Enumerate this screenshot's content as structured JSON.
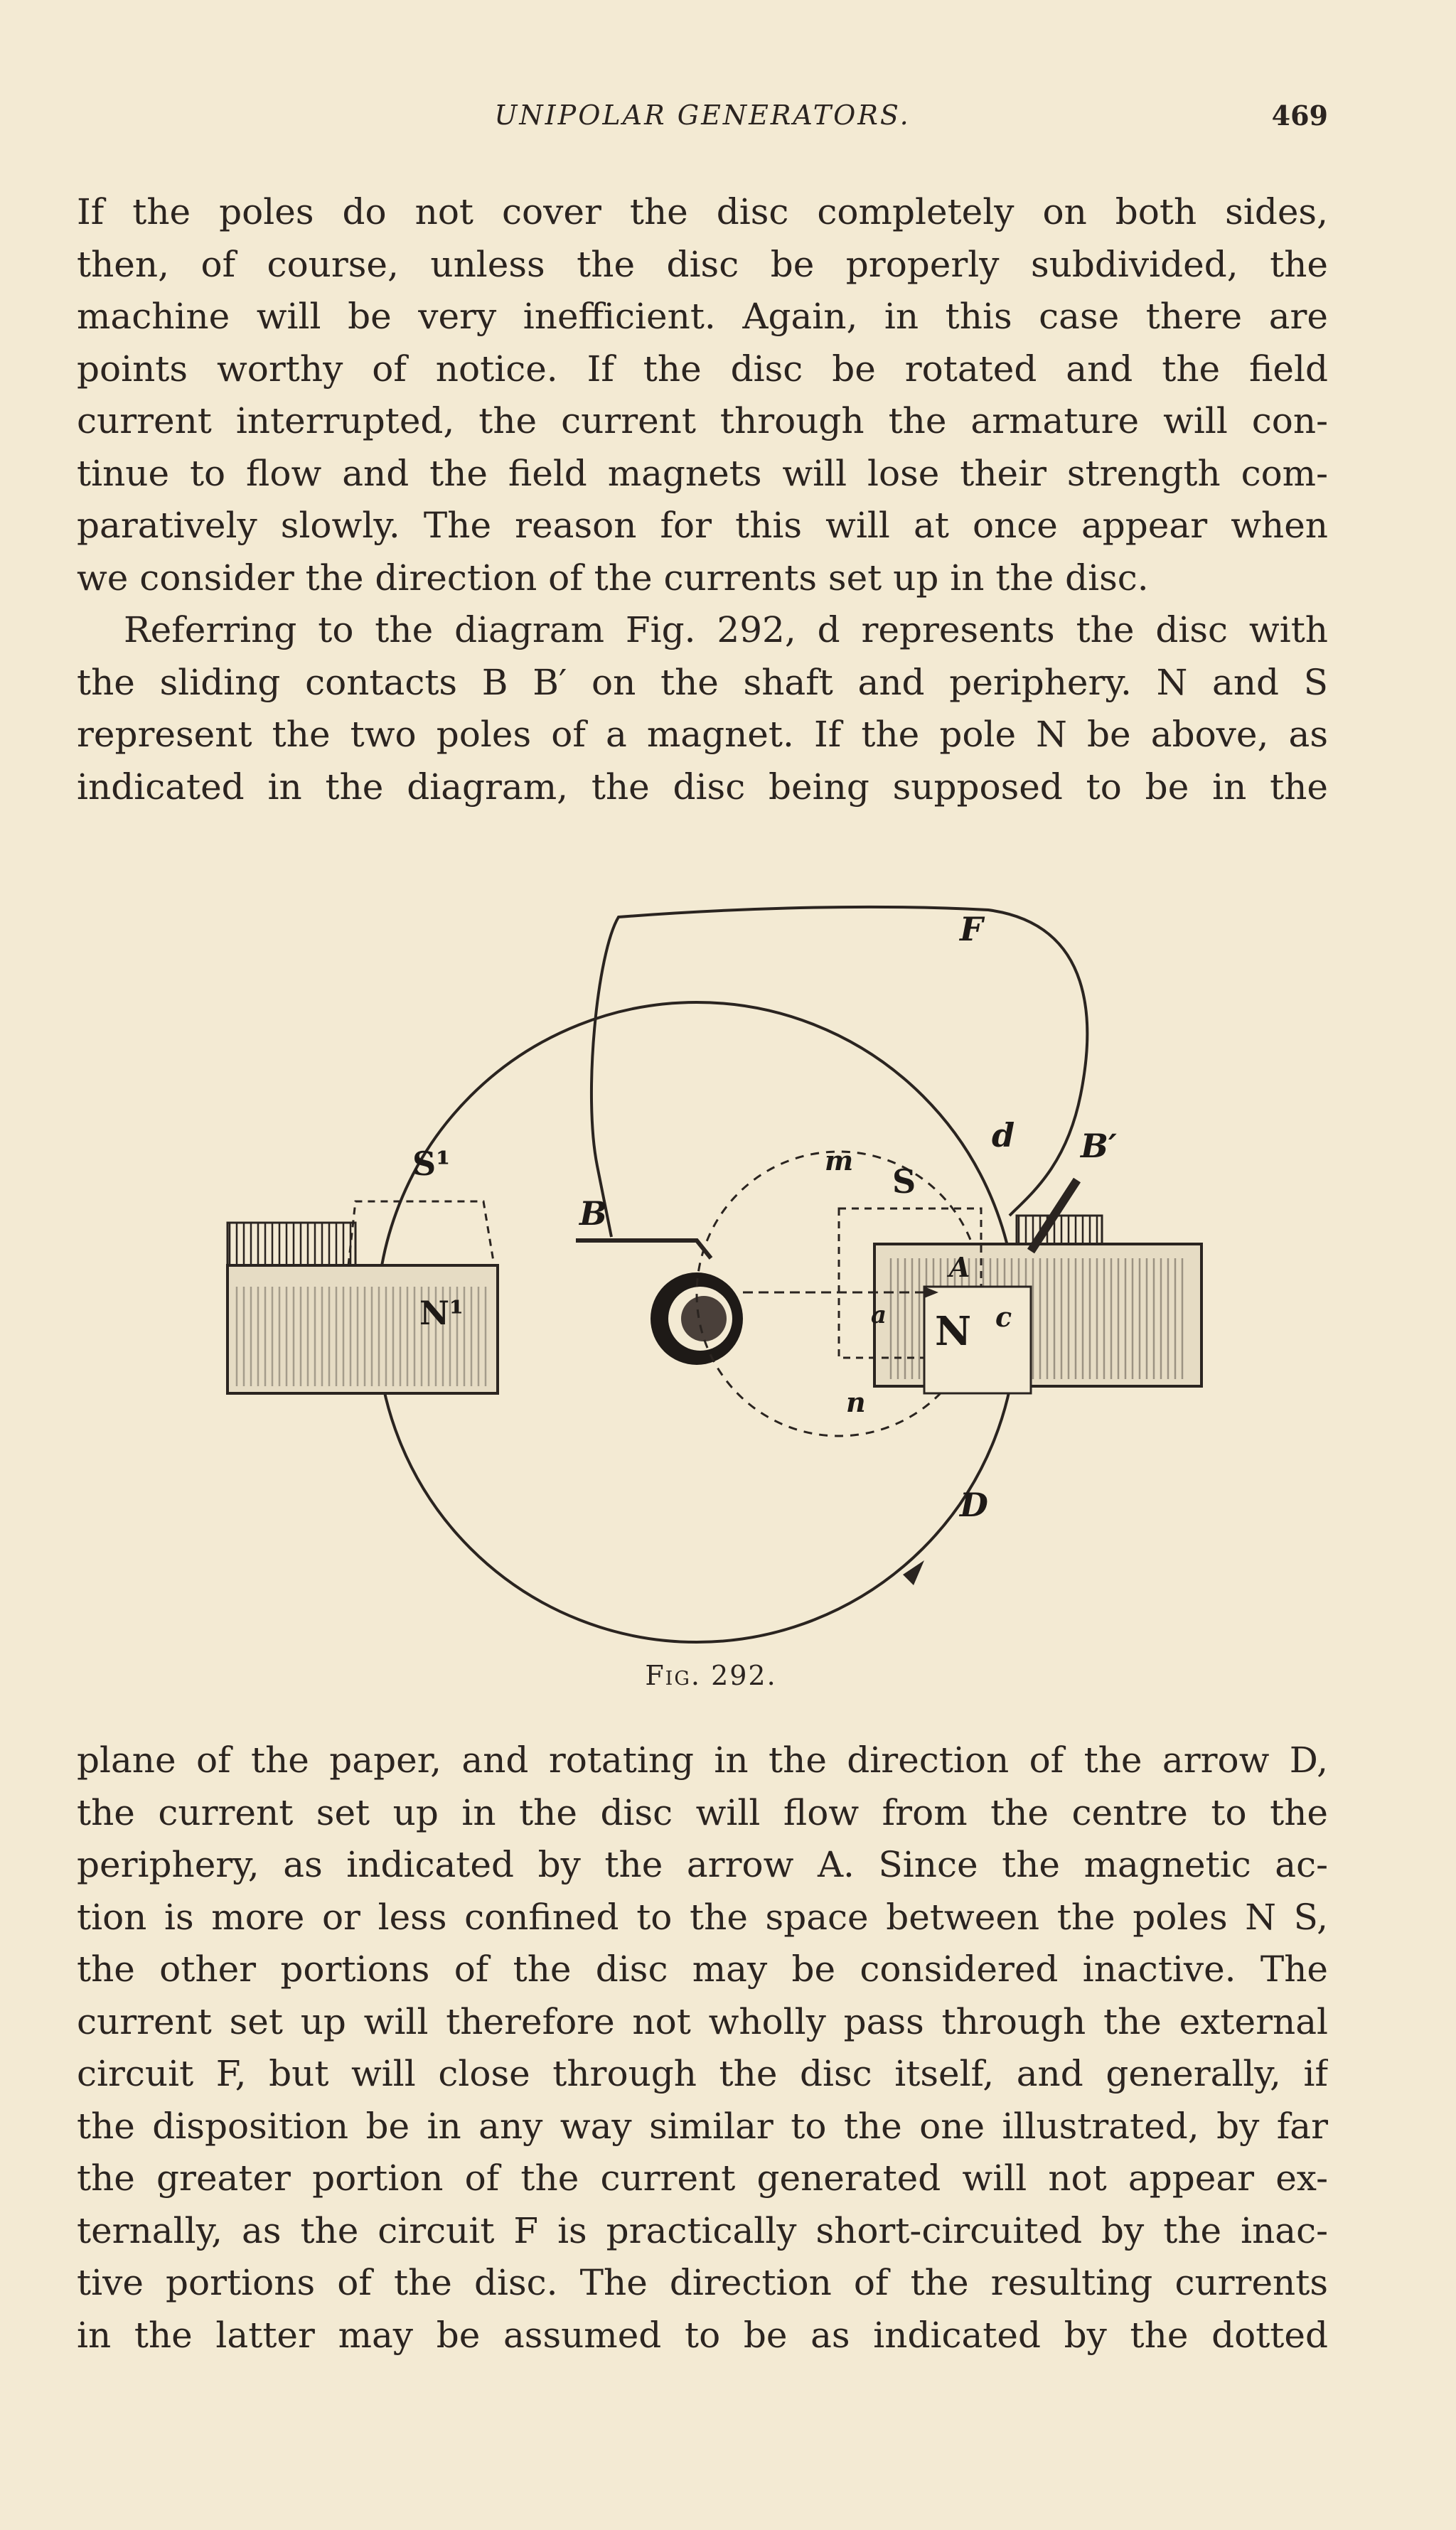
{
  "header": {
    "running_title": "UNIPOLAR GENERATORS.",
    "page_number": "469"
  },
  "paragraphs": {
    "top": [
      "If the poles do not cover the disc completely on both sides,",
      "then, of course, unless the disc be properly subdivided, the",
      "machine will be very inefficient. Again, in this case there are",
      "points worthy of notice. If the disc be rotated and the field",
      "current interrupted, the current through the armature will con-",
      "tinue to flow and the field magnets will lose their strength com-",
      "paratively slowly. The reason for this will at once appear when",
      "we consider the direction of the currents set up in the disc.",
      "Referring to the diagram Fig. 292, d represents the disc with",
      "the sliding contacts B B′ on the shaft and periphery. N and S",
      "represent the two poles of a magnet. If the pole N be above, as",
      "indicated in the diagram, the disc being supposed to be in the"
    ],
    "bottom": [
      "plane of the paper, and rotating in the direction of the arrow D,",
      "the current set up in the disc will flow from the centre to the",
      "periphery, as indicated by the arrow A. Since the magnetic ac-",
      "tion is more or less confined to the space between the poles N S,",
      "the other portions of the disc may be considered inactive. The",
      "current set up will therefore not wholly pass through the external",
      "circuit F, but will close through the disc itself, and generally, if",
      "the disposition be in any way similar to the one illustrated, by far",
      "the greater portion of the current generated will not appear ex-",
      "ternally, as the circuit F is practically short-circuited by the inac-",
      "tive portions of the disc. The direction of the resulting currents",
      "in the latter may be assumed to be as indicated by the dotted"
    ]
  },
  "figure": {
    "caption": "Fig. 292.",
    "labels": {
      "F": "F",
      "d": "d",
      "B_prime": "B′",
      "B": "B",
      "S1": "S¹",
      "N1": "N¹",
      "m": "m",
      "S": "S",
      "N": "N",
      "A": "A",
      "a": "a",
      "c": "c",
      "n": "n",
      "D": "D"
    },
    "colors": {
      "ink": "#2a2420",
      "paper": "#f3ead3",
      "magnet": "#d9cfb8"
    }
  }
}
